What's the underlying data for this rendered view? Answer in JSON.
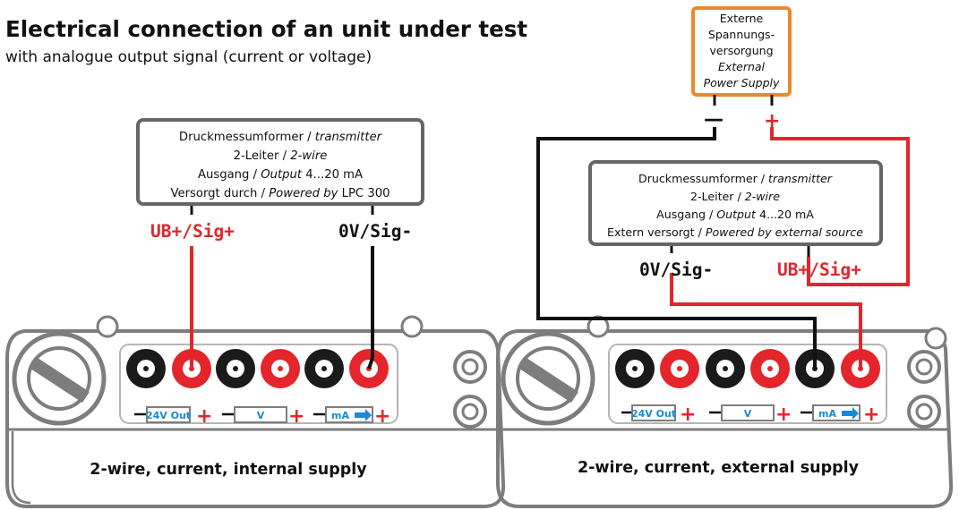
{
  "header": {
    "title": "Electrical connection of an unit under test",
    "subtitle": "with analogue output signal (current or voltage)"
  },
  "left": {
    "transmitter": {
      "line1_de": "Druckmessumformer / ",
      "line1_en": "transmitter",
      "line2_de": "2-Leiter / ",
      "line2_en": "2-wire",
      "line3_de": "Ausgang / ",
      "line3_en": "Output",
      "line3_val": " 4...20 mA",
      "line4_de": "Versorgt durch / ",
      "line4_en": "Powered by",
      "line4_val": " LPC 300"
    },
    "sig_plus": "UB+/Sig+",
    "sig_minus": "0V/Sig-",
    "caption": "2-wire, current, internal supply"
  },
  "right": {
    "power_supply": {
      "line1": "Externe",
      "line2": "Spannungs-",
      "line3": "versorgung",
      "line4": "External",
      "line5": "Power Supply",
      "minus": "—",
      "plus": "+"
    },
    "transmitter": {
      "line1_de": "Druckmessumformer / ",
      "line1_en": "transmitter",
      "line2_de": "2-Leiter / ",
      "line2_en": "2-wire",
      "line3_de": "Ausgang / ",
      "line3_en": "Output",
      "line3_val": " 4...20 mA",
      "line4_de": "Extern versorgt  / ",
      "line4_en": "Powered by external source"
    },
    "sig_minus": "0V/Sig-",
    "sig_plus": "UB+/Sig+",
    "caption": "2-wire, current, external supply"
  },
  "device": {
    "labels": [
      "24V Out",
      "V",
      "mA"
    ],
    "plus": "+"
  },
  "colors": {
    "wire_red": "#e4252b",
    "wire_black": "#111111",
    "device_outline": "#7d7d7d",
    "power_supply_border": "#e8892b",
    "label_blue": "#1a8ad4"
  }
}
